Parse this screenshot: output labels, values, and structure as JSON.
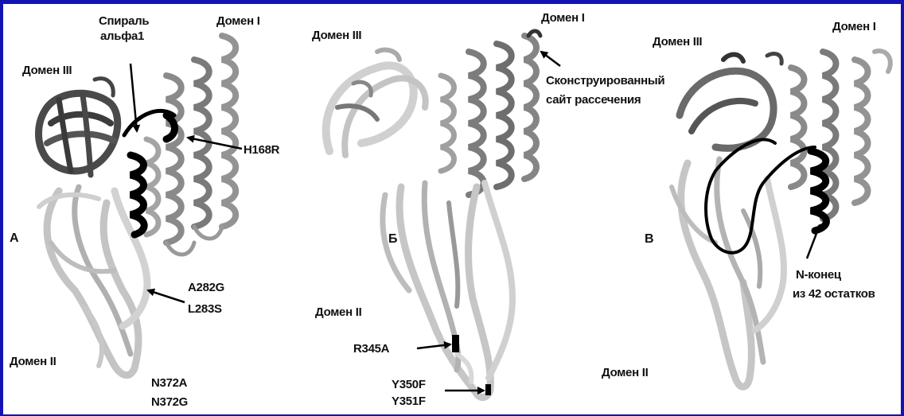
{
  "panels": [
    {
      "letter": "А",
      "labels": {
        "domain1": "Домен I",
        "domain3": "Домен III",
        "domain2": "Домен II",
        "helix_l1": "Спираль",
        "helix_l2": "альфа1",
        "mut_h168r": "H168R",
        "mut_a282g": "A282G",
        "mut_l283s": "L283S",
        "mut_n372a": "N372A",
        "mut_n372g": "N372G"
      }
    },
    {
      "letter": "Б",
      "labels": {
        "domain1": "Домен I",
        "domain3": "Домен III",
        "domain2": "Домен II",
        "site_l1": "Сконструированный",
        "site_l2": "сайт рассечения",
        "mut_r345a": "R345A",
        "mut_y350f": "Y350F",
        "mut_y351f": "Y351F"
      }
    },
    {
      "letter": "В",
      "labels": {
        "domain1": "Домен I",
        "domain3": "Домен III",
        "domain2": "Домен II",
        "nterm_l1": "N-конец",
        "nterm_l2": "из 42 остатков"
      }
    }
  ],
  "colors": {
    "frame_border": "#1414b4",
    "background": "#ffffff",
    "ribbon_light": "#c8c8c8",
    "ribbon_mid": "#8c8c8c",
    "ribbon_dark": "#505050",
    "highlight": "#000000"
  }
}
